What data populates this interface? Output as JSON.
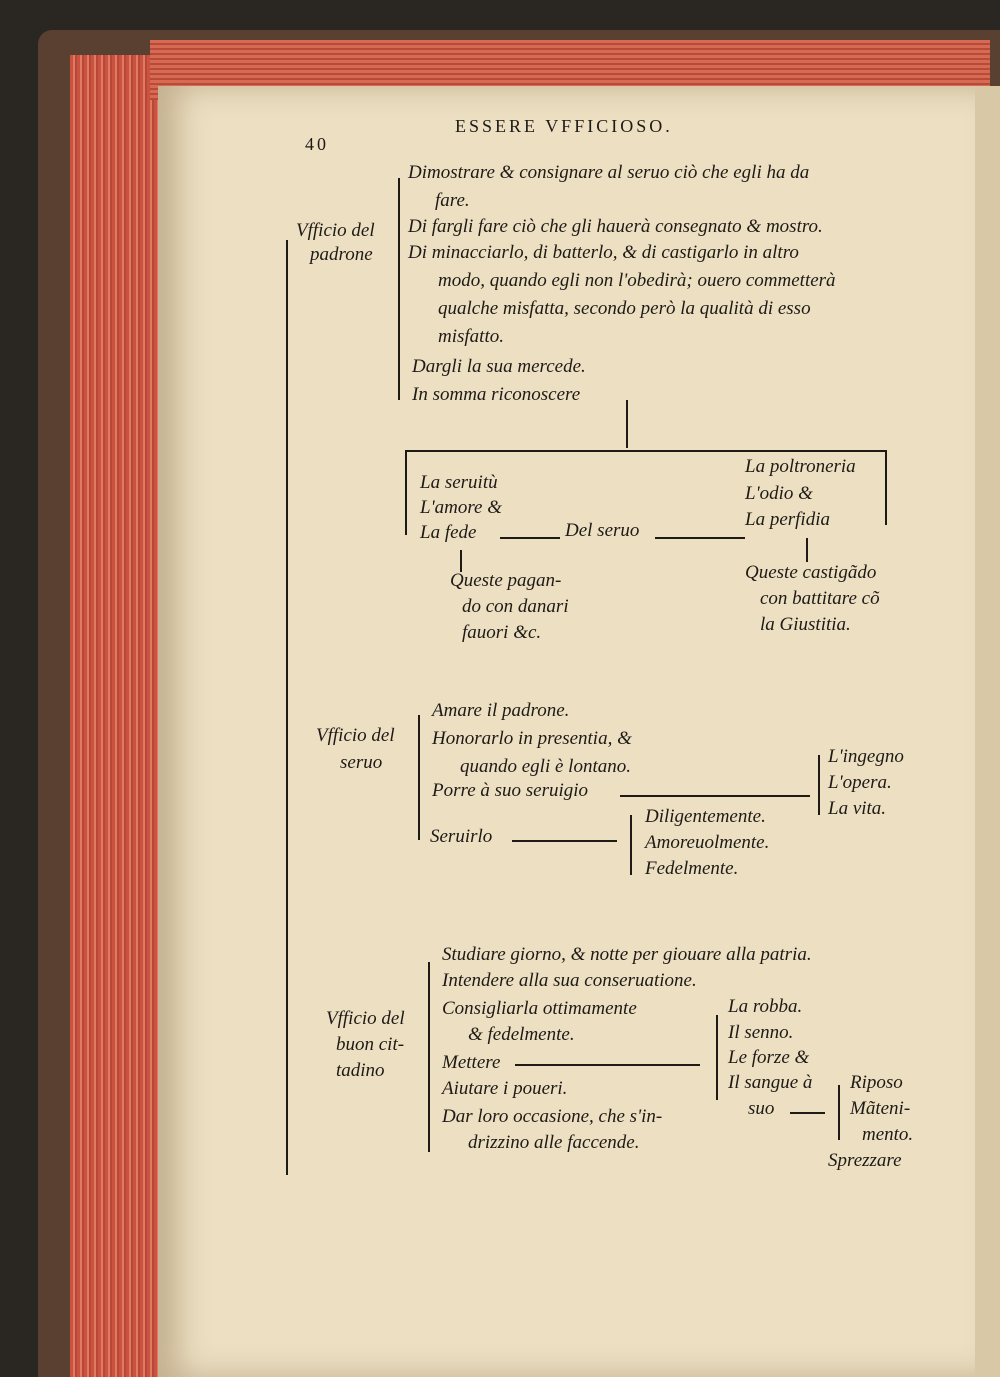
{
  "header": {
    "page_number": "40",
    "running_title": "ESSERE VFFICIOSO."
  },
  "padrone": {
    "label": [
      "Vfficio del",
      "padrone"
    ],
    "lines": [
      "Dimostrare & consignare al seruo ciò che egli ha da",
      "fare.",
      "Di fargli fare ciò che gli hauerà consegnato & mostro.",
      "Di minacciarlo, di batterlo, & di castigarlo in altro",
      "modo, quando egli non l'obedirà; ouero commetterà",
      "qualche misfatta, secondo però la qualità di esso",
      "misfatto.",
      "Dargli la sua mercede.",
      "In somma riconoscere"
    ]
  },
  "middle": {
    "left": [
      "La seruitù",
      "L'amore &",
      "La fede"
    ],
    "center": "Del seruo",
    "right": [
      "La poltroneria",
      "L'odio &",
      "La perfidia"
    ],
    "left_note": [
      "Queste pagan-",
      "do con danari",
      "fauori &c."
    ],
    "right_note": [
      "Queste castigãdo",
      "con battitare cõ",
      "la Giustitia."
    ]
  },
  "seruo": {
    "label": [
      "Vfficio del",
      "seruo"
    ],
    "lines": [
      "Amare il padrone.",
      "Honorarlo in presentia, &",
      "quando egli è lontano.",
      "Porre à suo seruigio",
      "Seruirlo"
    ],
    "porre_items": [
      "L'ingegno",
      "L'opera.",
      "La vita."
    ],
    "seruirlo_items": [
      "Diligentemente.",
      "Amoreuolmente.",
      "Fedelmente."
    ]
  },
  "cittadino": {
    "label": [
      "Vfficio del",
      "buon cit-",
      "tadino"
    ],
    "lines": [
      "Studiare giorno, & notte per giouare alla patria.",
      "Intendere alla sua conseruatione.",
      "Consigliarla ottimamente",
      "& fedelmente.",
      "Mettere",
      "Aiutare i poueri.",
      "Dar loro occasione, che s'in-",
      "drizzino alle faccende."
    ],
    "mettere_items": [
      "La robba.",
      "Il senno.",
      "Le forze &",
      "Il sangue à",
      "suo"
    ],
    "suo_items": [
      "Riposo",
      "Mãteni-",
      "mento."
    ],
    "catchword": "Sprezzare"
  }
}
